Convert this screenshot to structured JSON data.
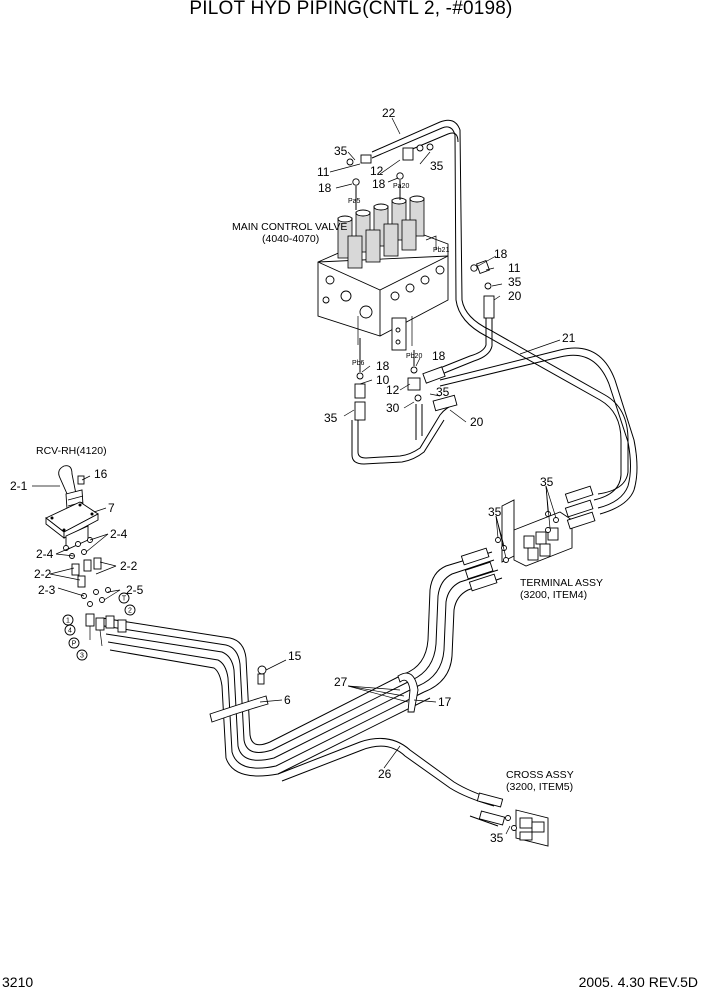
{
  "title": "PILOT HYD PIPING(CNTL 2, -#0198)",
  "footer": {
    "page_number": "3210",
    "date_rev": "2005. 4.30  REV.5D"
  },
  "assemblies": {
    "main_control_valve": "MAIN CONTROL VALVE",
    "main_control_valve_ref": "(4040-4070)",
    "rcv": "RCV-RH(4120)",
    "terminal": "TERMINAL ASSY",
    "terminal_ref": "(3200, ITEM4)",
    "cross": "CROSS ASSY",
    "cross_ref": "(3200, ITEM5)"
  },
  "port_labels": {
    "pa5": "Pa5",
    "pa20": "Pa20",
    "pb21": "Pb21",
    "pb20": "Pb20",
    "pb6": "Pb6",
    "c1": "1",
    "c2": "2",
    "c3": "3",
    "c4": "4",
    "cT": "T",
    "cP": "P"
  },
  "callouts": {
    "n22": "22",
    "n35a": "35",
    "n11a": "11",
    "n12a": "12",
    "n35b": "35",
    "n18a": "18",
    "n18b": "18",
    "n18c": "18",
    "n11b": "11",
    "n35c": "35",
    "n20a": "20",
    "n21": "21",
    "n18d": "18",
    "n18e": "18",
    "n10": "10",
    "n12b": "12",
    "n35d": "35",
    "n35e": "35",
    "n30": "30",
    "n20b": "20",
    "n16": "16",
    "n2_1": "2-1",
    "n7": "7",
    "n2_4a": "2-4",
    "n2_4b": "2-4",
    "n2_2a": "2-2",
    "n2_2b": "2-2",
    "n2_3": "2-3",
    "n2_5": "2-5",
    "n35f": "35",
    "n35g": "35",
    "n15": "15",
    "n6": "6",
    "n27": "27",
    "n17": "17",
    "n26": "26",
    "n35h": "35"
  }
}
